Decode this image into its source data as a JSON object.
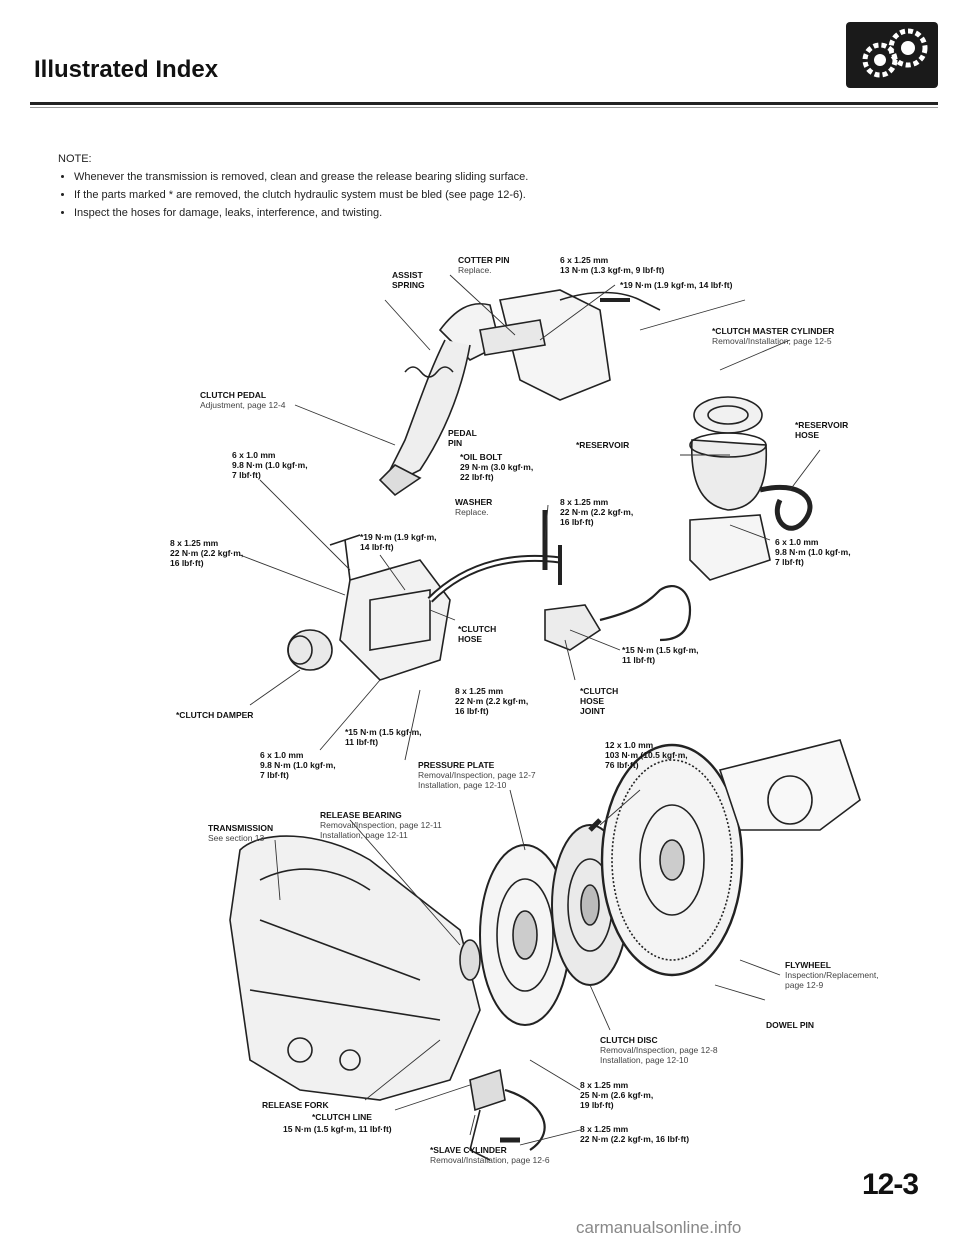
{
  "header": {
    "title": "Illustrated Index",
    "icon": "gear-icon"
  },
  "notes": {
    "title": "NOTE:",
    "items": [
      "Whenever the transmission is removed, clean and grease the release bearing sliding surface.",
      "If the parts marked * are removed, the clutch hydraulic system must be bled (see page 12-6).",
      "Inspect the hoses for damage, leaks, interference, and twisting."
    ]
  },
  "labels": {
    "assist_spring": "ASSIST\nSPRING",
    "cotter_pin": {
      "name": "COTTER PIN",
      "note": "Replace."
    },
    "cotter_bolt_spec": "6 x 1.25 mm\n13 N·m (1.3 kgf·m, 9 lbf·ft)",
    "master_torque": "*19 N·m (1.9 kgf·m, 14 lbf·ft)",
    "master_cylinder": {
      "name": "*CLUTCH MASTER CYLINDER",
      "note": "Removal/Installation, page 12-5"
    },
    "clutch_pedal": {
      "name": "CLUTCH PEDAL",
      "note": "Adjustment, page 12-4"
    },
    "pedal_pin": "PEDAL\nPIN",
    "oil_bolt": "*OIL BOLT\n29 N·m (3.0 kgf·m,\n22 lbf·ft)",
    "reservoir": "*RESERVOIR",
    "reservoir_hose": "*RESERVOIR\nHOSE",
    "spec_left_top": "6 x 1.0 mm\n9.8 N·m (1.0 kgf·m,\n7 lbf·ft)",
    "washer": {
      "name": "WASHER",
      "note": "Replace."
    },
    "spec_center_right": "8 x 1.25 mm\n22 N·m (2.2 kgf·m,\n16 lbf·ft)",
    "spec_left_mid": "8 x 1.25 mm\n22 N·m (2.2 kgf·m,\n16 lbf·ft)",
    "torque_19_mid": "*19 N·m (1.9 kgf·m,\n14 lbf·ft)",
    "spec_right_mid": "6 x 1.0 mm\n9.8 N·m (1.0 kgf·m,\n7 lbf·ft)",
    "clutch_hose": "*CLUTCH\nHOSE",
    "torque_15_right": "*15 N·m (1.5 kgf·m,\n11 lbf·ft)",
    "spec_under_hose": "8 x 1.25 mm\n22 N·m (2.2 kgf·m,\n16 lbf·ft)",
    "clutch_hose_joint": "*CLUTCH\nHOSE\nJOINT",
    "clutch_damper": "*CLUTCH DAMPER",
    "torque_15_low": "*15 N·m (1.5 kgf·m,\n11 lbf·ft)",
    "spec_left_low": "6 x 1.0 mm\n9.8 N·m (1.0 kgf·m,\n7 lbf·ft)",
    "pressure_plate": {
      "name": "PRESSURE PLATE",
      "note": "Removal/Inspection, page 12-7\nInstallation, page 12-10"
    },
    "flywheel_bolt": "12 x 1.0 mm\n103 N·m (10.5 kgf·m,\n76 lbf·ft)",
    "release_bearing": {
      "name": "RELEASE BEARING",
      "note": "Removal/Inspection, page 12-11\nInstallation, page 12-11"
    },
    "transmission": {
      "name": "TRANSMISSION",
      "note": "See section 13"
    },
    "flywheel": {
      "name": "FLYWHEEL",
      "note": "Inspection/Replacement,\npage 12-9"
    },
    "dowel_pin": "DOWEL PIN",
    "clutch_disc": {
      "name": "CLUTCH DISC",
      "note": "Removal/Inspection, page 12-8\nInstallation, page 12-10"
    },
    "release_fork": "RELEASE FORK",
    "clutch_line": "*CLUTCH LINE",
    "clutch_line_torque": "15 N·m (1.5 kgf·m, 11 lbf·ft)",
    "spec_slave_upper": "8 x 1.25 mm\n25 N·m (2.6 kgf·m,\n19 lbf·ft)",
    "spec_slave_lower": "8 x 1.25 mm\n22 N·m (2.2 kgf·m, 16 lbf·ft)",
    "slave_cylinder": {
      "name": "*SLAVE CYLINDER",
      "note": "Removal/Installation, page 12-6"
    }
  },
  "page_number": "12-3",
  "watermark": "carmanualsonline.info"
}
